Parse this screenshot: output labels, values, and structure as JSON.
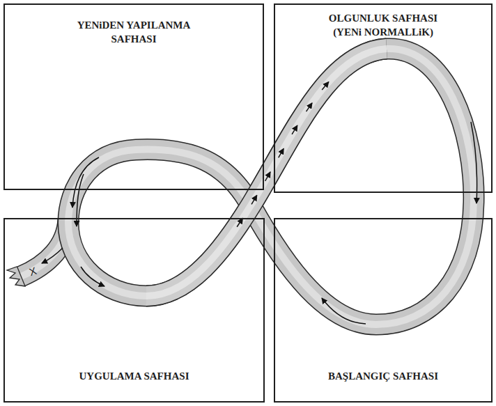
{
  "diagram": {
    "nodes": [
      {
        "text": [
          "YENiDEN YAPILANMA SAFHASI"
        ]
      },
      {
        "text": [
          "OLGUNLUK SAFHASI",
          "(YENi NORMALLiK)"
        ]
      },
      {
        "text": [
          "UYGULAMA SAFHASI"
        ]
      },
      {
        "text": [
          "BAŞLANGIÇ SAFHASI"
        ]
      }
    ],
    "labels": [
      "X"
    ]
  }
}
